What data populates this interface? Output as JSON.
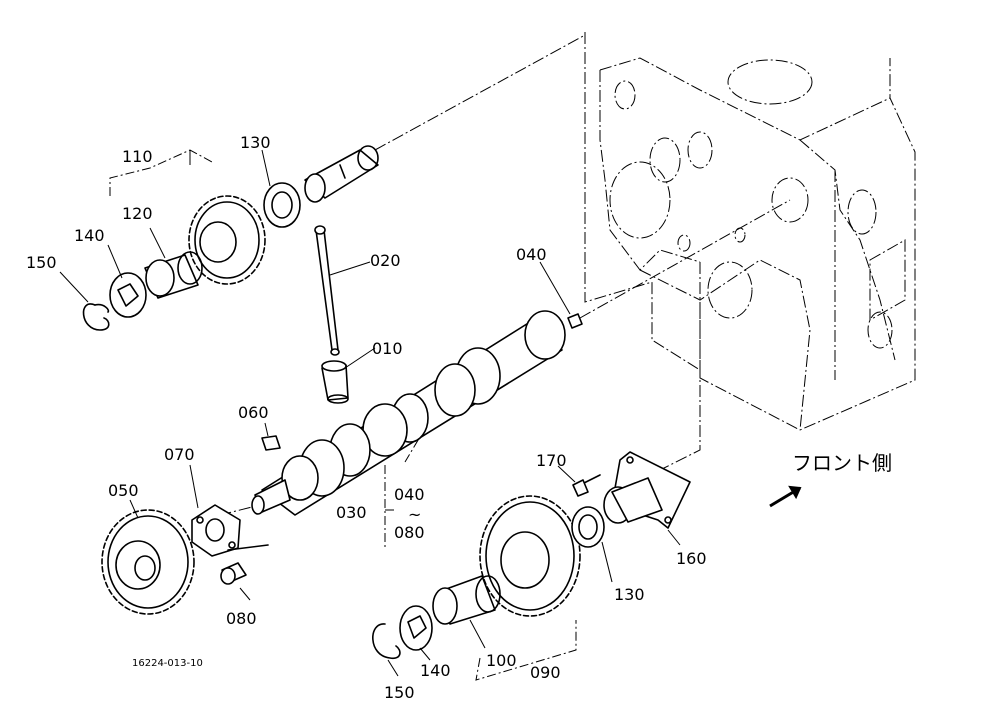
{
  "labels": {
    "p010": "010",
    "p020": "020",
    "p030": "030",
    "p040_a": "040",
    "p040_b": "040",
    "p050": "050",
    "p060": "060",
    "p070": "070",
    "p080_a": "080",
    "p080_b": "080",
    "p090": "090",
    "p100": "100",
    "p110": "110",
    "p120": "120",
    "p130_a": "130",
    "p130_b": "130",
    "p140_a": "140",
    "p140_b": "140",
    "p150_a": "150",
    "p150_b": "150",
    "p160": "160",
    "p170": "170",
    "tilde": "~"
  },
  "front_side": "フロント側",
  "drawing_code": "16224-013-10"
}
